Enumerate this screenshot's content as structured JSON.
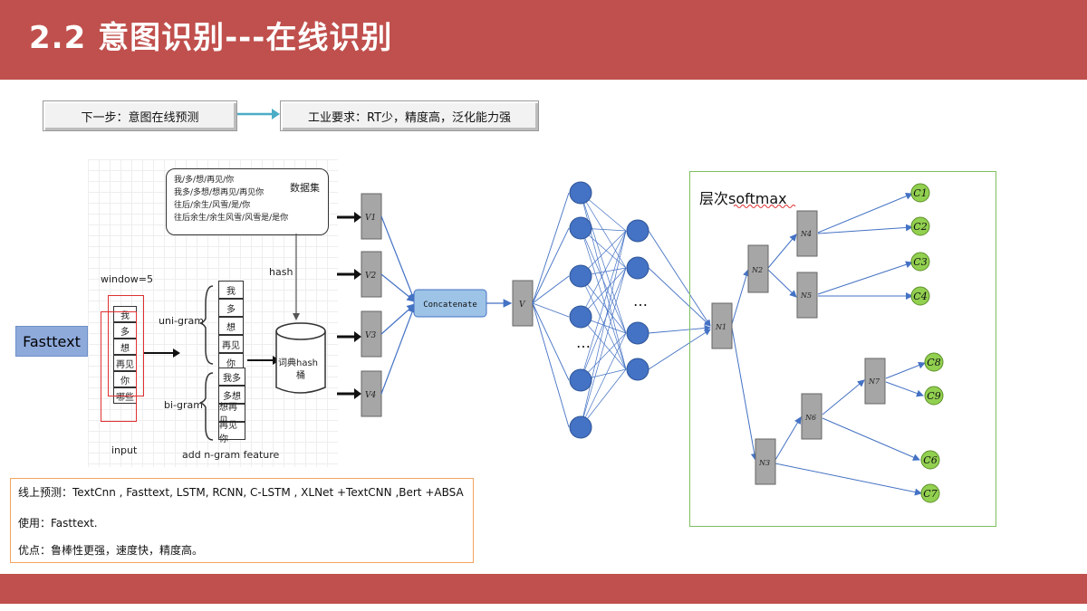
{
  "header": {
    "title": "2.2 意图识别---在线识别"
  },
  "top_boxes": {
    "left": "下一步：意图在线预测",
    "right": "工业要求：RT少，精度高，泛化能力强"
  },
  "fasttext_label": "Fasttext",
  "sketch": {
    "dataset_lines": [
      "我/多/想/再见/你",
      "我多/多想/想再见/再见你",
      "往后/余生/风雪/是/你",
      "往后余生/余生风雪/风雪是/是你"
    ],
    "dataset_label": "数据集",
    "window_label": "window=5",
    "input_words": [
      "我",
      "多",
      "想",
      "再见",
      "你",
      "哪些"
    ],
    "input_label": "input",
    "unigram_label": "uni-gram",
    "unigram_words": [
      "我",
      "多",
      "想",
      "再见",
      "你"
    ],
    "bigram_label": "bi-gram",
    "bigram_words": [
      "我多",
      "多想",
      "想再见",
      "再见你"
    ],
    "ngram_label": "add n-gram feature",
    "hash_label": "hash",
    "hash_bucket": [
      "词典hash",
      "桶"
    ]
  },
  "vectors": [
    "V1",
    "V2",
    "V3",
    "V4"
  ],
  "concat_label": "Concatenate",
  "v_label": "V",
  "ellipsis": "…",
  "softmax_title": "层次softmax",
  "tree_nodes": {
    "N1": "N1",
    "N2": "N2",
    "N3": "N3",
    "N4": "N4",
    "N5": "N5",
    "N6": "N6",
    "N7": "N7"
  },
  "leaf_nodes": [
    "C1",
    "C2",
    "C3",
    "C4",
    "C8",
    "C9",
    "C6",
    "C7"
  ],
  "notes": {
    "line1": "线上预测：TextCnn , Fasttext, LSTM, RCNN, C-LSTM , XLNet +TextCNN ,Bert +ABSA",
    "line2": "使用：Fasttext.",
    "line3": "优点：鲁棒性更强，速度快，精度高。"
  },
  "colors": {
    "header": "#c0504d",
    "node_blue": "#4472c4",
    "leaf_green": "#92d050",
    "tree_gray": "#a6a6a6"
  }
}
